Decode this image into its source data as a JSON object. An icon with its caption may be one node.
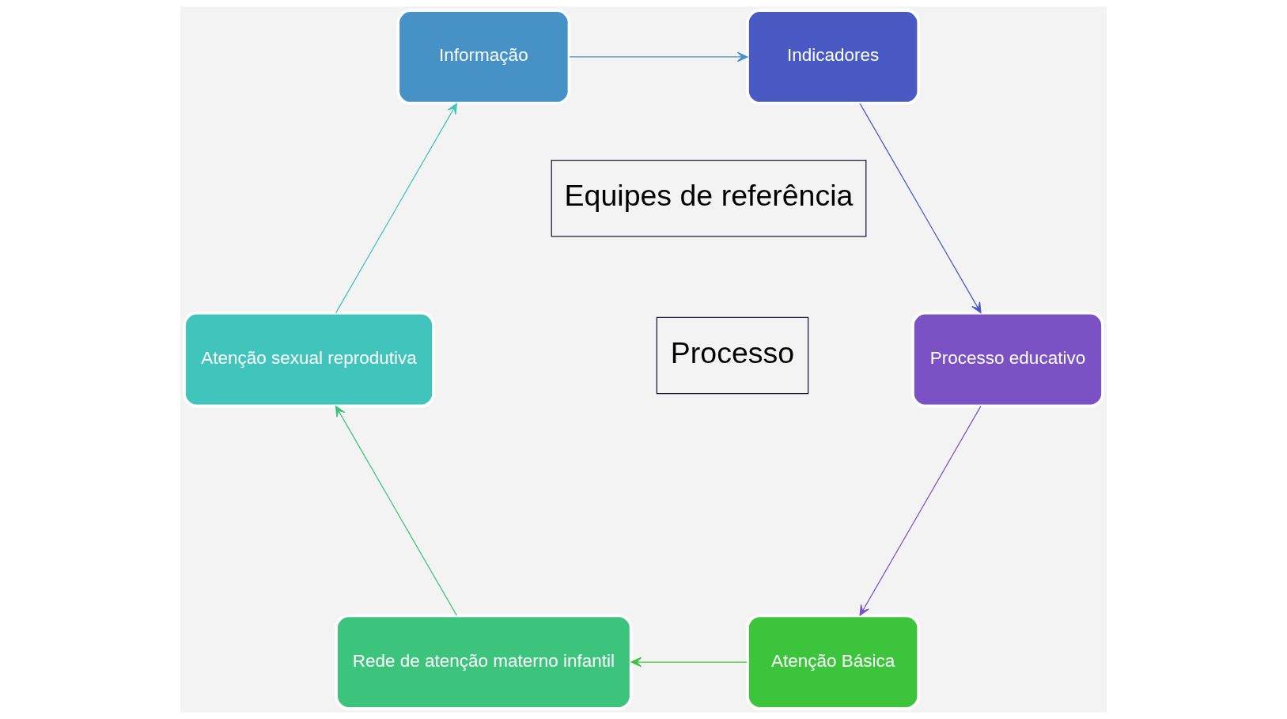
{
  "diagram": {
    "nodes": [
      {
        "text": [
          "Equipes de referência"
        ]
      },
      {
        "text": [
          "Processo"
        ]
      },
      {
        "text": [
          "Atenção Básica"
        ]
      },
      {
        "text": [
          "Rede de atenção materno infantil"
        ]
      },
      {
        "text": [
          "Atenção sexual reprodutiva"
        ]
      },
      {
        "text": [
          "Informação"
        ]
      },
      {
        "text": [
          "Indicadores"
        ]
      },
      {
        "text": [
          "Processo educativo"
        ]
      }
    ],
    "edges": [
      {
        "from": 2,
        "to": 3,
        "arrow": "to",
        "color": "#3cc43c"
      },
      {
        "from": 3,
        "to": 4,
        "arrow": "to",
        "color": "#3cc47c"
      },
      {
        "from": 4,
        "to": 5,
        "arrow": "to",
        "color": "#40c4bc"
      },
      {
        "from": 5,
        "to": 6,
        "arrow": "to",
        "color": "#4691c6"
      },
      {
        "from": 6,
        "to": 7,
        "arrow": "to",
        "color": "#4a5ac4"
      },
      {
        "from": 7,
        "to": 2,
        "arrow": "to",
        "color": "#7a52c4"
      }
    ]
  }
}
